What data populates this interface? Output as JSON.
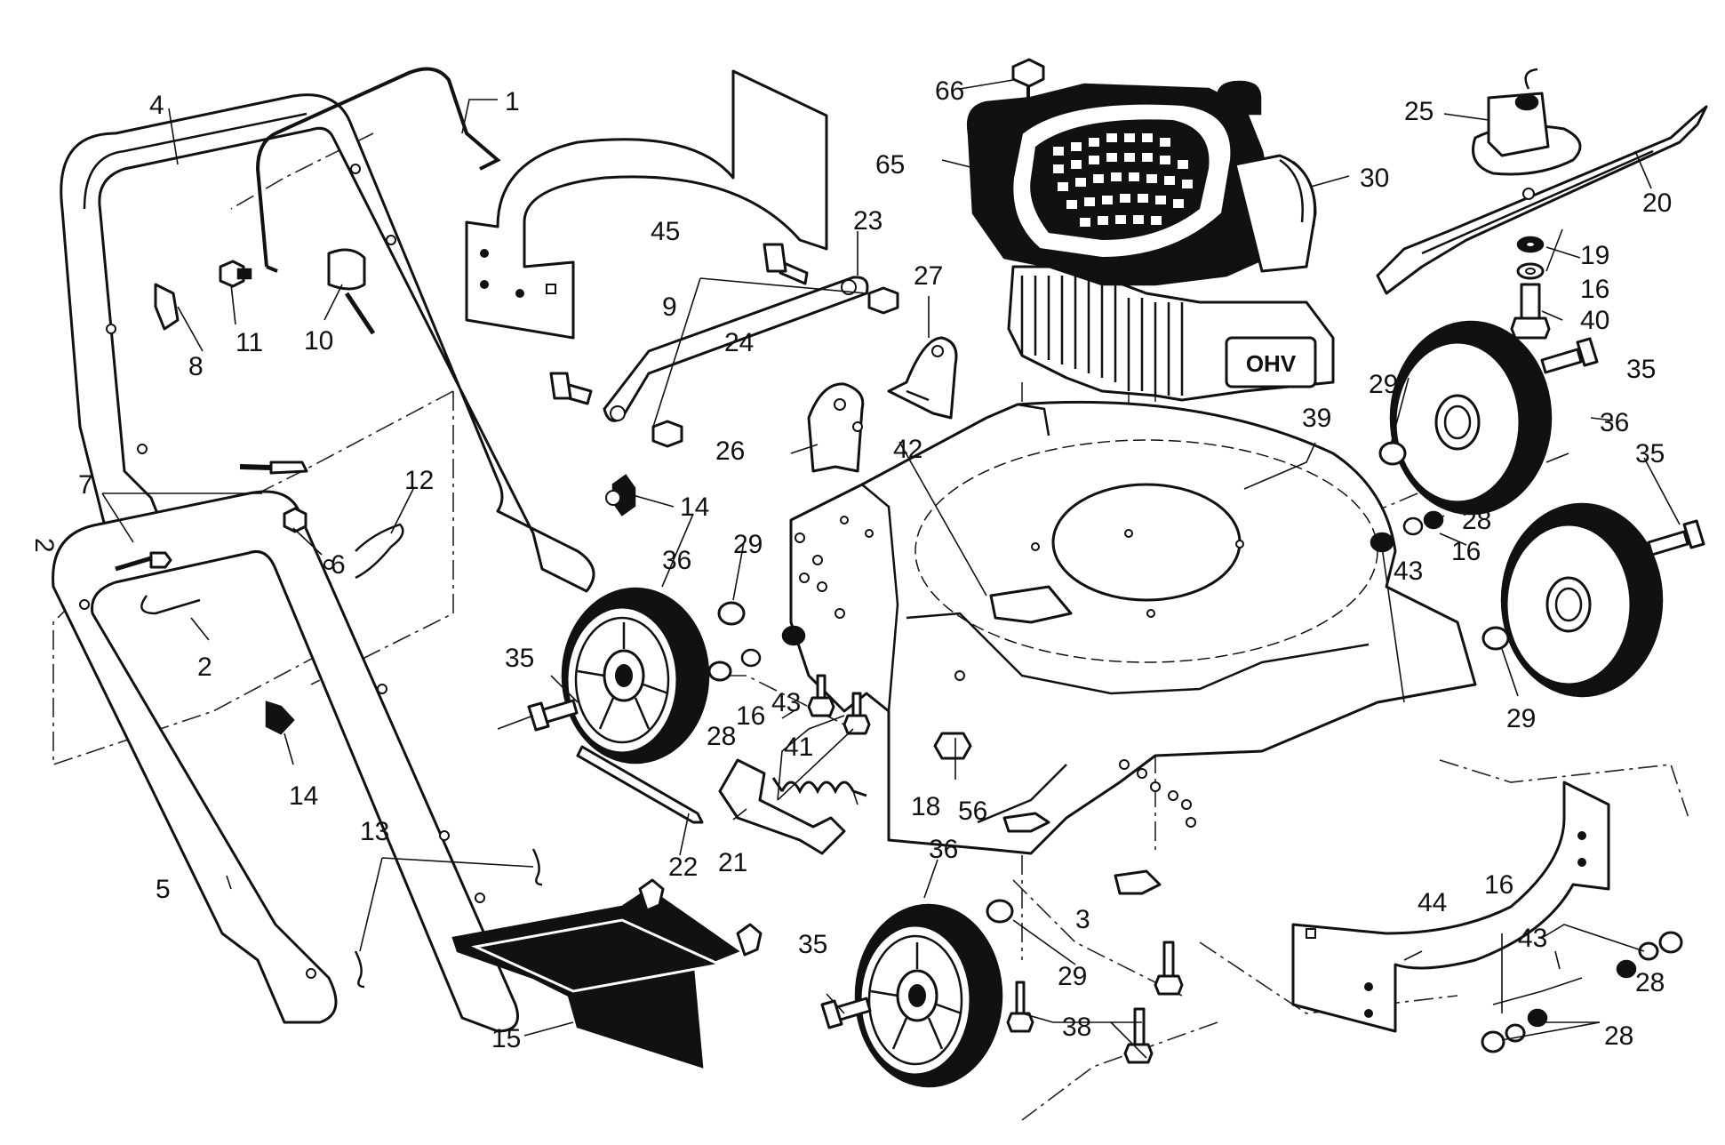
{
  "engine": {
    "badge": "OHV",
    "colors": {
      "line": "#111111",
      "fill": "#ffffff",
      "shroud": "#111111"
    }
  },
  "callouts": [
    {
      "id": "c1",
      "text": "1"
    },
    {
      "id": "c2",
      "text": "2"
    },
    {
      "id": "c2b",
      "text": "2"
    },
    {
      "id": "c3",
      "text": "3"
    },
    {
      "id": "c4",
      "text": "4"
    },
    {
      "id": "c5",
      "text": "5"
    },
    {
      "id": "c6",
      "text": "6"
    },
    {
      "id": "c7",
      "text": "7"
    },
    {
      "id": "c8",
      "text": "8"
    },
    {
      "id": "c9",
      "text": "9"
    },
    {
      "id": "c10",
      "text": "10"
    },
    {
      "id": "c11",
      "text": "11"
    },
    {
      "id": "c12",
      "text": "12"
    },
    {
      "id": "c13",
      "text": "13"
    },
    {
      "id": "c14a",
      "text": "14"
    },
    {
      "id": "c14b",
      "text": "14"
    },
    {
      "id": "c15",
      "text": "15"
    },
    {
      "id": "c16a",
      "text": "16"
    },
    {
      "id": "c16b",
      "text": "16"
    },
    {
      "id": "c16c",
      "text": "16"
    },
    {
      "id": "c16d",
      "text": "16"
    },
    {
      "id": "c18",
      "text": "18"
    },
    {
      "id": "c19",
      "text": "19"
    },
    {
      "id": "c20",
      "text": "20"
    },
    {
      "id": "c21",
      "text": "21"
    },
    {
      "id": "c22",
      "text": "22"
    },
    {
      "id": "c23",
      "text": "23"
    },
    {
      "id": "c24",
      "text": "24"
    },
    {
      "id": "c25",
      "text": "25"
    },
    {
      "id": "c26",
      "text": "26"
    },
    {
      "id": "c27",
      "text": "27"
    },
    {
      "id": "c28a",
      "text": "28"
    },
    {
      "id": "c28b",
      "text": "28"
    },
    {
      "id": "c28c",
      "text": "28"
    },
    {
      "id": "c28d",
      "text": "28"
    },
    {
      "id": "c29a",
      "text": "29"
    },
    {
      "id": "c29b",
      "text": "29"
    },
    {
      "id": "c29c",
      "text": "29"
    },
    {
      "id": "c29d",
      "text": "29"
    },
    {
      "id": "c30",
      "text": "30"
    },
    {
      "id": "c35a",
      "text": "35"
    },
    {
      "id": "c35b",
      "text": "35"
    },
    {
      "id": "c35c",
      "text": "35"
    },
    {
      "id": "c35d",
      "text": "35"
    },
    {
      "id": "c36a",
      "text": "36"
    },
    {
      "id": "c36b",
      "text": "36"
    },
    {
      "id": "c36c",
      "text": "36"
    },
    {
      "id": "c38",
      "text": "38"
    },
    {
      "id": "c39",
      "text": "39"
    },
    {
      "id": "c40",
      "text": "40"
    },
    {
      "id": "c41",
      "text": "41"
    },
    {
      "id": "c42",
      "text": "42"
    },
    {
      "id": "c43a",
      "text": "43"
    },
    {
      "id": "c43b",
      "text": "43"
    },
    {
      "id": "c43c",
      "text": "43"
    },
    {
      "id": "c44",
      "text": "44"
    },
    {
      "id": "c45",
      "text": "45"
    },
    {
      "id": "c56",
      "text": "56"
    },
    {
      "id": "c65",
      "text": "65"
    },
    {
      "id": "c66",
      "text": "66"
    }
  ]
}
